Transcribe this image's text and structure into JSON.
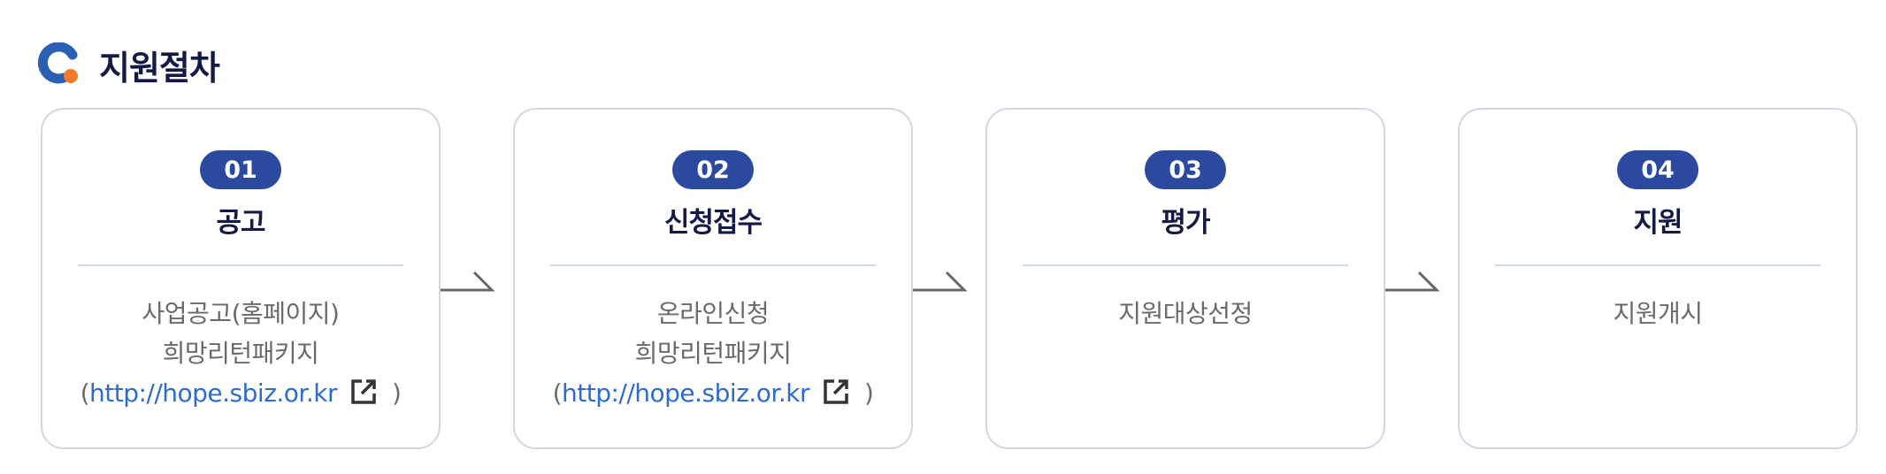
{
  "header": {
    "title": "지원절차",
    "icon": "section-logo-icon"
  },
  "colors": {
    "badge_bg": "#2b4a9f",
    "title": "#141a46",
    "link": "#2f6bcf",
    "logo_blue": "#2b5fb4",
    "logo_orange": "#f37a2b"
  },
  "steps": [
    {
      "number": "01",
      "title": "공고",
      "lines": [
        "사업공고(홈페이지)",
        "희망리턴패키지"
      ],
      "link": {
        "open_paren": "(",
        "text": "http://hope.sbiz.or.kr",
        "close_paren": ")",
        "icon": "external-link-icon"
      }
    },
    {
      "number": "02",
      "title": "신청접수",
      "lines": [
        "온라인신청",
        "희망리턴패키지"
      ],
      "link": {
        "open_paren": "(",
        "text": "http://hope.sbiz.or.kr",
        "close_paren": ")",
        "icon": "external-link-icon"
      }
    },
    {
      "number": "03",
      "title": "평가",
      "lines": [
        "지원대상선정"
      ]
    },
    {
      "number": "04",
      "title": "지원",
      "lines": [
        "지원개시"
      ]
    }
  ]
}
